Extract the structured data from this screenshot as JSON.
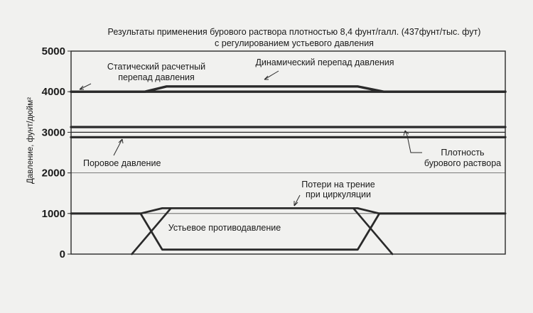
{
  "chart_data": {
    "type": "line",
    "title": "Результаты применения бурового раствора плотностью 8,4 фунт/галл. (437фунт/тыс. фут)",
    "subtitle": "с регулированием устьевого давления",
    "xlabel": "",
    "ylabel": "Давление, фунт/дюйм²",
    "ylim": [
      0,
      5000
    ],
    "xlim": [
      0,
      100
    ],
    "grid": true,
    "y_ticks": [
      0,
      1000,
      2000,
      3000,
      4000,
      5000
    ],
    "y_tick_labels": [
      "0",
      "1000",
      "2000",
      "3000",
      "4000",
      "5000"
    ],
    "series": [
      {
        "key": "static",
        "x": [
          0,
          100
        ],
        "y": [
          4000,
          4000
        ]
      },
      {
        "key": "dynamic",
        "x": [
          0,
          17,
          22,
          66,
          72,
          100
        ],
        "y": [
          4000,
          4000,
          4130,
          4130,
          4000,
          4000
        ]
      },
      {
        "key": "mud_upper",
        "x": [
          0,
          100
        ],
        "y": [
          3130,
          3130
        ]
      },
      {
        "key": "mud_mid",
        "x": [
          0,
          100
        ],
        "y": [
          3000,
          3000
        ]
      },
      {
        "key": "pore",
        "x": [
          0,
          100
        ],
        "y": [
          2880,
          2880
        ]
      },
      {
        "key": "friction",
        "x": [
          0,
          16,
          21,
          66,
          71,
          100
        ],
        "y": [
          1000,
          1000,
          1130,
          1130,
          1000,
          1000
        ]
      },
      {
        "key": "choke",
        "x": [
          0,
          16,
          21,
          66,
          71,
          100
        ],
        "y": [
          1000,
          1000,
          110,
          110,
          1000,
          1000
        ]
      },
      {
        "key": "friction_ramp_left",
        "x": [
          14,
          23
        ],
        "y": [
          0,
          1130
        ]
      },
      {
        "key": "friction_ramp_right",
        "x": [
          65,
          74
        ],
        "y": [
          1130,
          0
        ]
      }
    ],
    "annotations": [
      {
        "id": "static",
        "text_lines": [
          "Статический расчетный",
          "перепад давления"
        ]
      },
      {
        "id": "dynamic",
        "text_lines": [
          "Динамический перепад давления"
        ]
      },
      {
        "id": "pore",
        "text_lines": [
          "Поровое давление"
        ]
      },
      {
        "id": "mud",
        "text_lines": [
          "Плотность",
          "бурового раствора"
        ]
      },
      {
        "id": "friction",
        "text_lines": [
          "Потери на трение",
          "при циркуляции"
        ]
      },
      {
        "id": "choke",
        "text_lines": [
          "Устьевое противодавление"
        ]
      }
    ]
  }
}
